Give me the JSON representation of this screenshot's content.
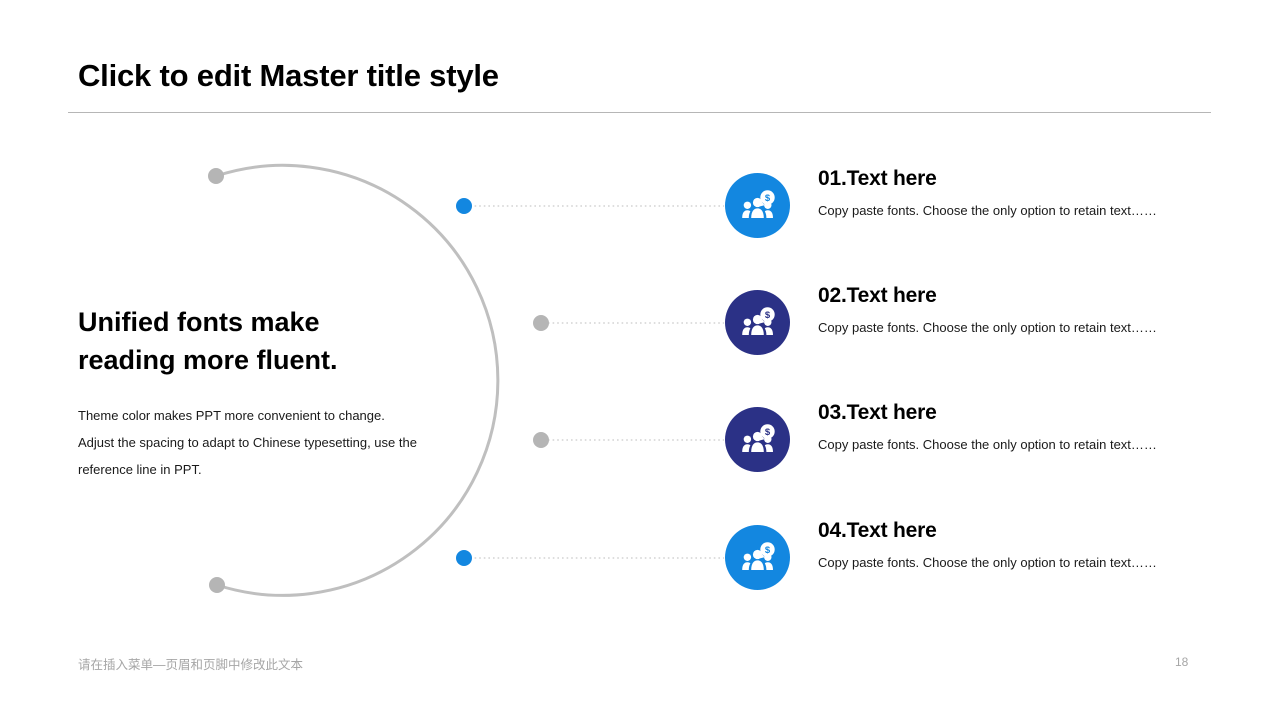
{
  "slide": {
    "title": "Click to edit Master title style",
    "accent_blue": "#1387e0",
    "accent_navy": "#2b3186",
    "arc_gray": "#bfbfbf",
    "dot_gray": "#b5b5b5"
  },
  "left": {
    "heading": "Unified fonts make\nreading more fluent.",
    "body": "Theme color makes PPT more convenient to change.\nAdjust the spacing to adapt to Chinese typesetting, use the\nreference line in PPT."
  },
  "items": [
    {
      "title": "01.Text here",
      "desc": "Copy paste fonts. Choose the only option to retain text……",
      "color": "#1387e0",
      "icon": "people-money-icon",
      "dot_color": "#1387e0"
    },
    {
      "title": "02.Text here",
      "desc": "Copy paste fonts. Choose the only option to retain text……",
      "color": "#2b3186",
      "icon": "people-money-icon",
      "dot_color": "#b5b5b5"
    },
    {
      "title": "03.Text here",
      "desc": "Copy paste fonts. Choose the only option to retain text……",
      "color": "#2b3186",
      "icon": "people-money-icon",
      "dot_color": "#b5b5b5"
    },
    {
      "title": "04.Text here",
      "desc": "Copy paste fonts. Choose the only option to retain text……",
      "color": "#1387e0",
      "icon": "people-money-icon",
      "dot_color": "#1387e0"
    }
  ],
  "footer": {
    "text": "请在插入菜单—页眉和页脚中修改此文本",
    "page_number": "18"
  }
}
